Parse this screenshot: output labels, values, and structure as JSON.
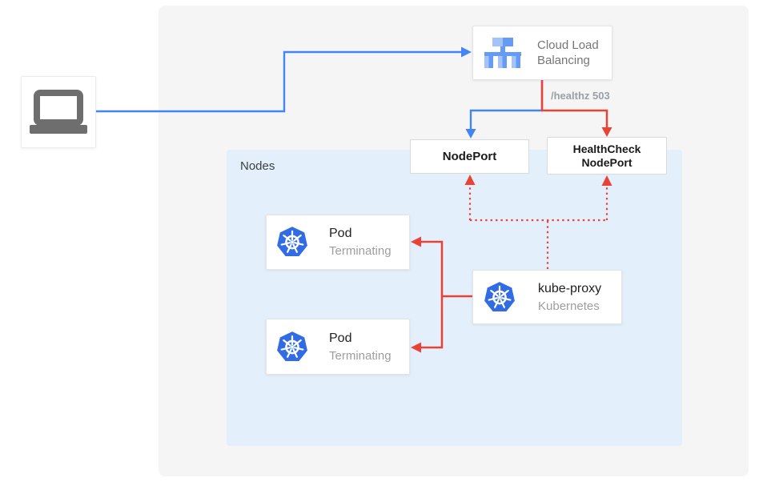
{
  "diagram": {
    "type": "architecture-diagram",
    "topic": "Kubernetes NodePort health-check flow during pod termination"
  },
  "nodes_container": {
    "label": "Nodes"
  },
  "client": {
    "icon": "laptop-icon"
  },
  "clb": {
    "label": "Cloud Load Balancing",
    "icon": "load-balancer-icon"
  },
  "healthz": {
    "label": "/healthz 503"
  },
  "nodeport": {
    "label": "NodePort"
  },
  "healthcheck_nodeport": {
    "label": "HealthCheck NodePort"
  },
  "pods": [
    {
      "title": "Pod",
      "status": "Terminating",
      "icon": "kubernetes-wheel-icon"
    },
    {
      "title": "Pod",
      "status": "Terminating",
      "icon": "kubernetes-wheel-icon"
    }
  ],
  "kube_proxy": {
    "title": "kube-proxy",
    "subtitle": "Kubernetes",
    "icon": "kubernetes-wheel-icon"
  },
  "colors": {
    "accent_blue": "#4285F4",
    "accent_red": "#EA4335",
    "canvas_bg": "#F5F5F6",
    "nodes_bg": "#E3F0FB",
    "kubernetes_blue": "#326CE5",
    "lb_icon_light": "#A3C3F9",
    "lb_icon_medium": "#649BF5",
    "text_dark": "#212121",
    "text_gray": "#9E9E9E",
    "healthz_gray": "#9AA0A6"
  },
  "edges": [
    {
      "from": "client",
      "to": "cloud-load-balancing",
      "style": "solid",
      "color": "blue"
    },
    {
      "from": "cloud-load-balancing",
      "to": "nodeport",
      "style": "solid",
      "color": "blue"
    },
    {
      "from": "cloud-load-balancing",
      "to": "healthcheck-nodeport",
      "style": "solid",
      "color": "red",
      "label": "/healthz 503"
    },
    {
      "from": "kube-proxy",
      "to": "nodeport",
      "style": "dotted",
      "color": "red"
    },
    {
      "from": "kube-proxy",
      "to": "healthcheck-nodeport",
      "style": "dotted",
      "color": "red"
    },
    {
      "from": "kube-proxy",
      "to": "pod-1",
      "style": "solid",
      "color": "red"
    },
    {
      "from": "kube-proxy",
      "to": "pod-2",
      "style": "solid",
      "color": "red"
    }
  ]
}
